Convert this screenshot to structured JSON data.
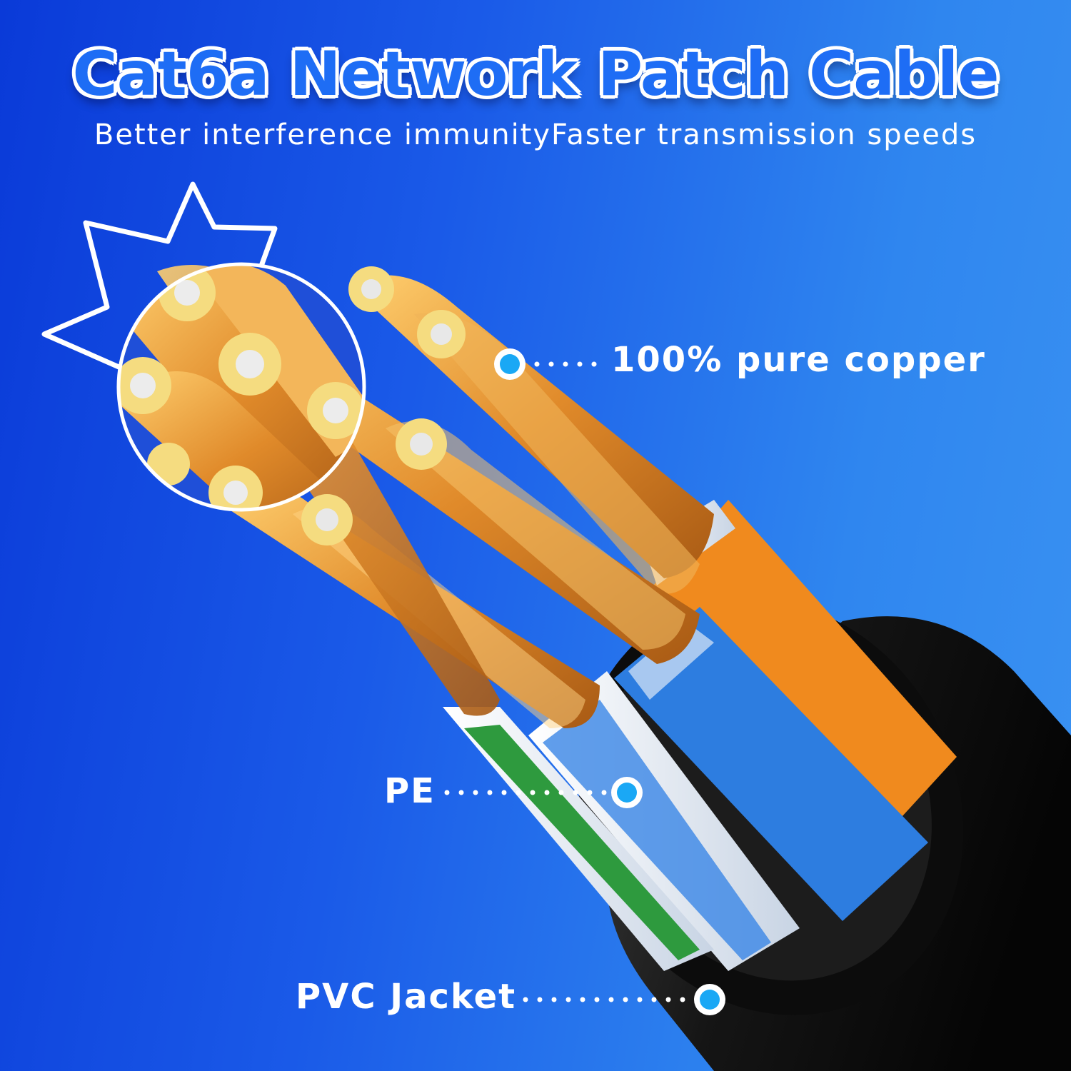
{
  "header": {
    "title": "Cat6a Network Patch Cable",
    "subtitle": "Better interference immunityFaster transmission speeds"
  },
  "callouts": {
    "copper": "100% pure copper",
    "pe": "PE",
    "pvc": "PVC Jacket"
  },
  "colors": {
    "background_left": "#0a3ad8",
    "background_right": "#3a92f2",
    "title_fill": "#1e6df5",
    "marker": "#1aa8f5",
    "copper": "#e9a040",
    "jacket": "#1a1a1a"
  }
}
